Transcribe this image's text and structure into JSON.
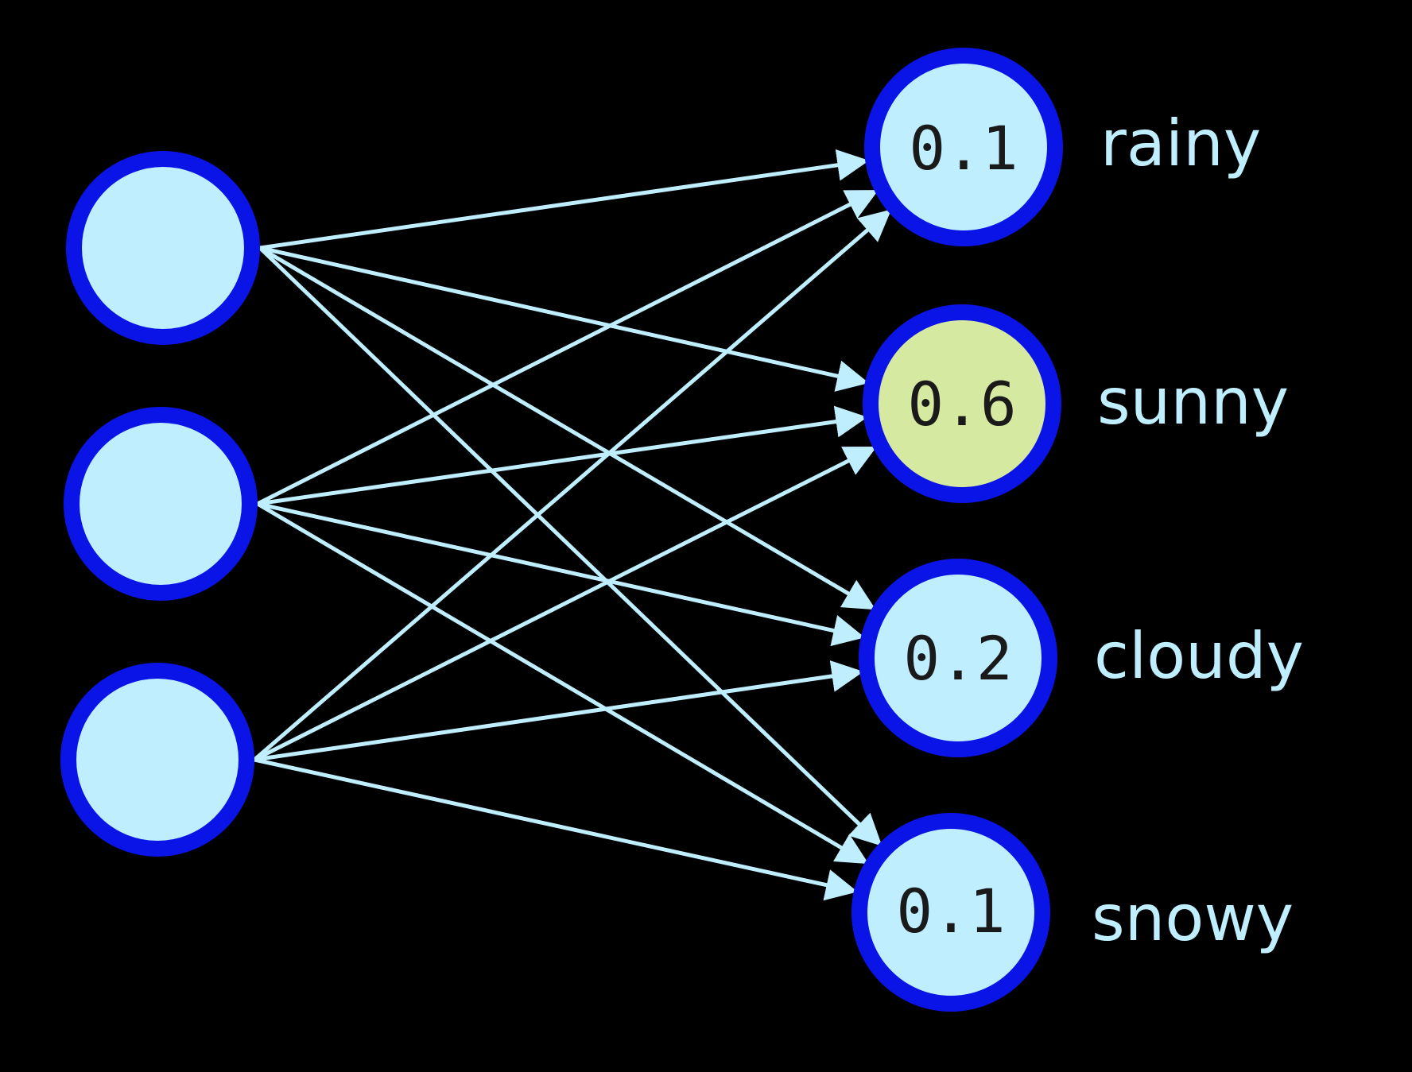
{
  "diagram": {
    "input_nodes": 3,
    "outputs": [
      {
        "value": "0.1",
        "label": "rainy",
        "highlighted": false
      },
      {
        "value": "0.6",
        "label": "sunny",
        "highlighted": true
      },
      {
        "value": "0.2",
        "label": "cloudy",
        "highlighted": false
      },
      {
        "value": "0.1",
        "label": "snowy",
        "highlighted": false
      }
    ],
    "colors": {
      "background": "#000000",
      "node_fill": "#bfeeff",
      "node_ring": "#0a14e6",
      "highlight_fill": "#d6e9a0",
      "edge": "#bfeeff",
      "label_text": "#bfeeff",
      "value_text": "#1a1a1a"
    }
  }
}
